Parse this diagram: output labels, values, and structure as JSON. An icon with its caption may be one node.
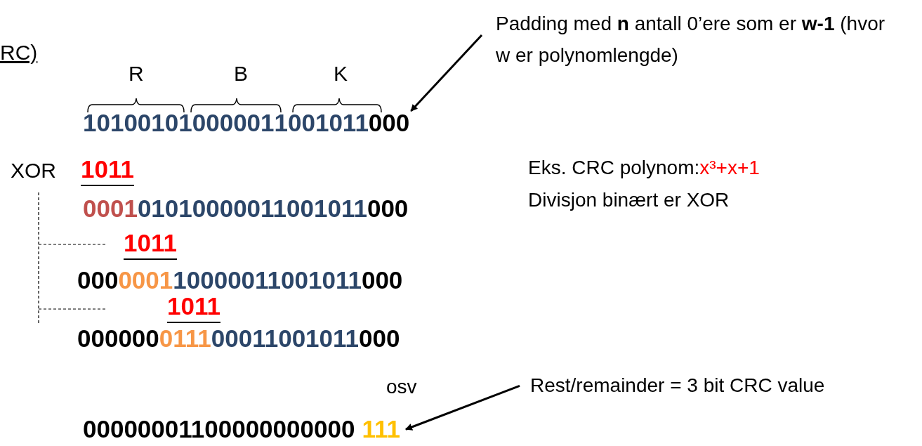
{
  "diagram": {
    "nodes": [
      {
        "text": [
          "Padding med **n** antall 0’ere som er **w-1** (hvor w er polynomlengde)"
        ]
      },
      {
        "text": [
          "000"
        ]
      },
      {
        "text": [
          "Rest/remainder = 3 bit CRC value"
        ]
      },
      {
        "text": [
          "111"
        ]
      }
    ],
    "edges": [
      {
        "from": 0,
        "to": 1,
        "arrow": "to"
      },
      {
        "from": 2,
        "to": 3,
        "arrow": "to"
      }
    ],
    "labels": [
      "RC)",
      "R",
      "B",
      "K",
      "1010010",
      "1000001",
      "1001011",
      "Eks. CRC polynom:",
      "x³+x+1",
      "Divisjon binært er XOR",
      "XOR",
      "1011",
      "0001",
      "01010000011001011",
      "000",
      "1011",
      "000",
      "0001",
      "10000011001011",
      "000",
      "1011",
      "000000",
      "0111",
      "00011001011",
      "000",
      "osv",
      "00000001100000000000"
    ]
  }
}
